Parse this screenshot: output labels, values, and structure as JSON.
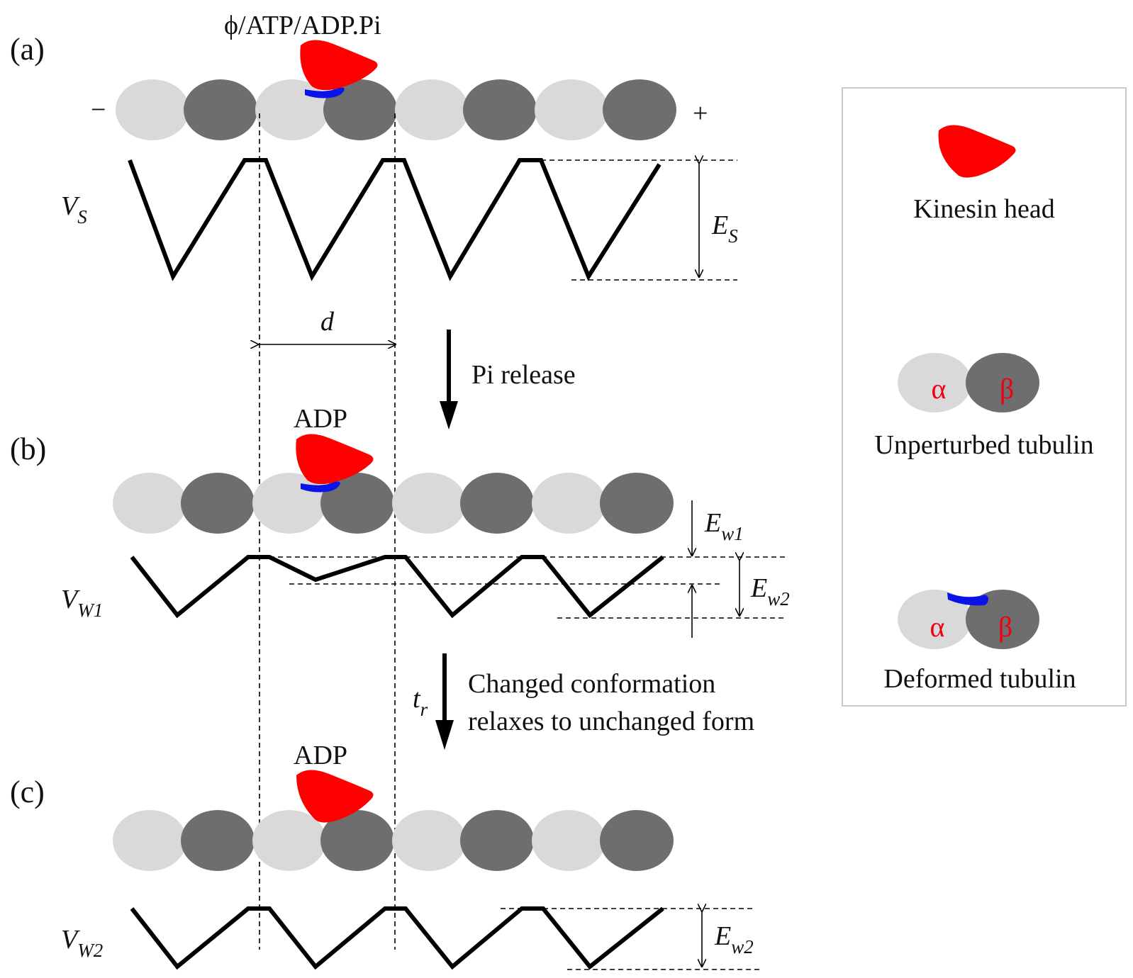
{
  "panels": {
    "a": {
      "label": "(a)",
      "state": "ϕ/ATP/ADP.Pi",
      "minus_end": "−",
      "plus_end": "+",
      "potential": {
        "symbol": "V",
        "sub": "S"
      },
      "barrier": {
        "symbol": "E",
        "sub": "S"
      },
      "period": "d"
    },
    "b": {
      "label": "(b)",
      "state": "ADP",
      "potential": {
        "symbol": "V",
        "sub": "W1"
      },
      "barrier1": {
        "symbol": "E",
        "sub": "w1"
      },
      "barrier2": {
        "symbol": "E",
        "sub": "w2"
      }
    },
    "c": {
      "label": "(c)",
      "state": "ADP",
      "potential": {
        "symbol": "V",
        "sub": "W2"
      },
      "barrier": {
        "symbol": "E",
        "sub": "w2"
      }
    }
  },
  "transitions": {
    "first": {
      "label": "Pi release"
    },
    "second": {
      "symbol": "t",
      "sub": "r",
      "line1": "Changed conformation",
      "line2": "relaxes to unchanged form"
    }
  },
  "legend": {
    "kinesin_label": "Kinesin head",
    "unperturbed_label": "Unperturbed tubulin",
    "deformed_label": "Deformed tubulin",
    "alpha": "α",
    "beta": "β"
  },
  "colors": {
    "kinesin": "#ff0000",
    "neck_linker": "#0a14e6",
    "alpha_tubulin": "#d9d9d9",
    "beta_tubulin": "#6e6e6e",
    "greek_letters": "#f00010"
  }
}
